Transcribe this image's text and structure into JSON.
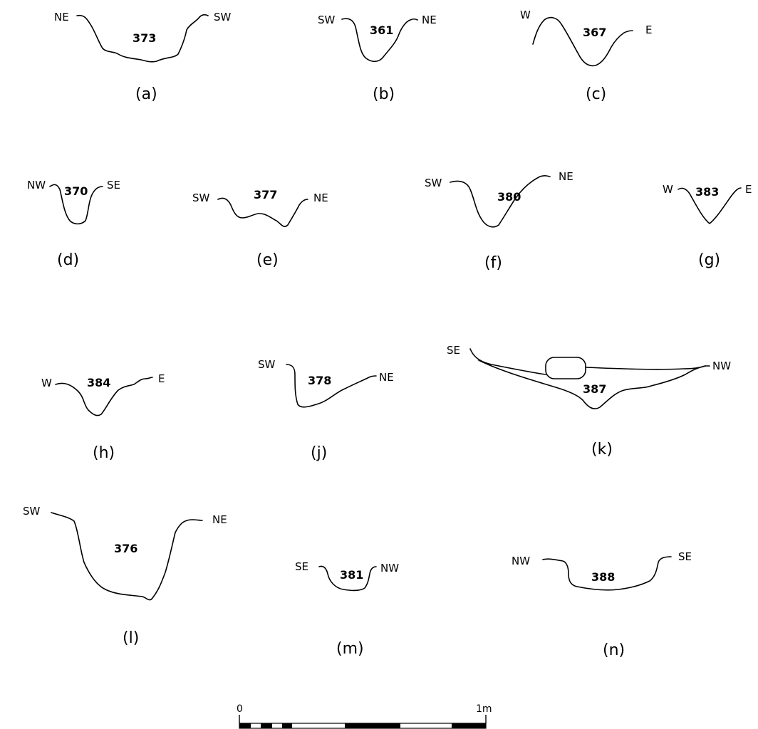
{
  "panels": [
    {
      "letter": "(a)",
      "feature": "373",
      "left": "NE",
      "right": "SW"
    },
    {
      "letter": "(b)",
      "feature": "361",
      "left": "SW",
      "right": "NE"
    },
    {
      "letter": "(c)",
      "feature": "367",
      "left": "W",
      "right": "E"
    },
    {
      "letter": "(d)",
      "feature": "370",
      "left": "NW",
      "right": "SE"
    },
    {
      "letter": "(e)",
      "feature": "377",
      "left": "SW",
      "right": "NE"
    },
    {
      "letter": "(f)",
      "feature": "380",
      "left": "SW",
      "right": "NE"
    },
    {
      "letter": "(g)",
      "feature": "383",
      "left": "W",
      "right": "E"
    },
    {
      "letter": "(h)",
      "feature": "384",
      "left": "W",
      "right": "E"
    },
    {
      "letter": "(j)",
      "feature": "378",
      "left": "SW",
      "right": "NE"
    },
    {
      "letter": "(k)",
      "feature": "387",
      "left": "SE",
      "right": "NW"
    },
    {
      "letter": "(l)",
      "feature": "376",
      "left": "SW",
      "right": "NE"
    },
    {
      "letter": "(m)",
      "feature": "381",
      "left": "SE",
      "right": "NW"
    },
    {
      "letter": "(n)",
      "feature": "388",
      "left": "NW",
      "right": "SE"
    }
  ],
  "scale": {
    "start_label": "0",
    "end_label": "1m"
  }
}
